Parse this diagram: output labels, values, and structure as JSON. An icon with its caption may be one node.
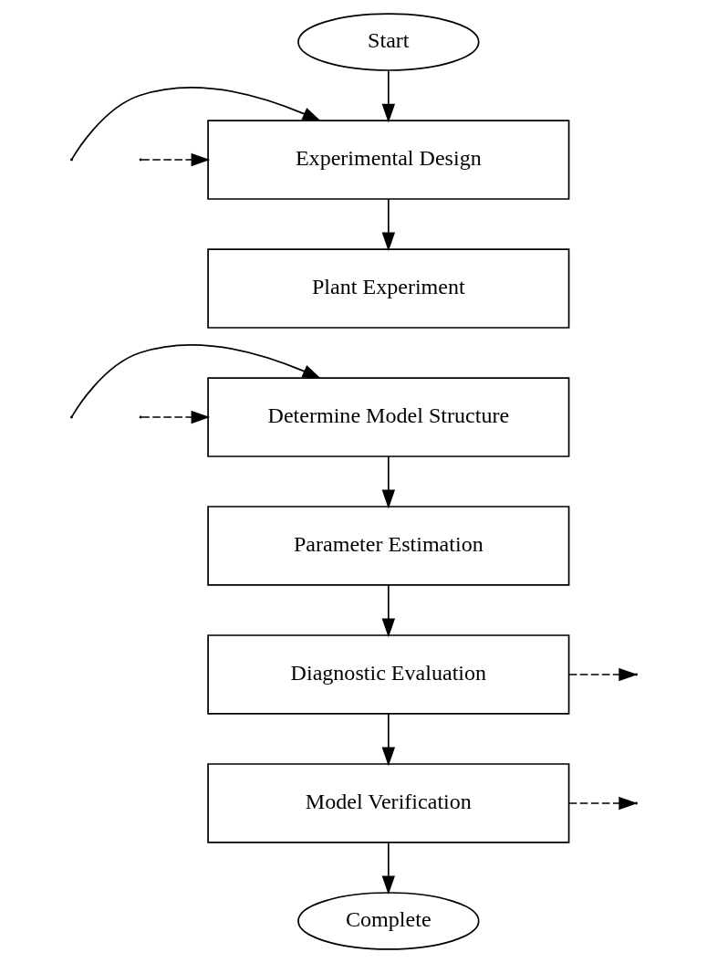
{
  "diagram": {
    "nodes": [
      {
        "text": [
          "Start"
        ]
      },
      {
        "text": [
          "Experimental Design"
        ]
      },
      {
        "text": [
          "Plant Experiment"
        ]
      },
      {
        "text": [
          "Determine Model Structure"
        ]
      },
      {
        "text": [
          "Parameter Estimation"
        ]
      },
      {
        "text": [
          "Diagnostic Evaluation"
        ]
      },
      {
        "text": [
          "Model Verification"
        ]
      },
      {
        "text": [
          "Complete"
        ]
      }
    ],
    "edges": [
      {
        "from": 0,
        "to": 1,
        "arrow": "to"
      },
      {
        "from": 1,
        "to": 2,
        "arrow": "to"
      },
      {
        "from": null,
        "to": 1,
        "arrow": "to"
      },
      {
        "from": null,
        "to": 3,
        "arrow": "to"
      },
      {
        "from": null,
        "to": 1,
        "arrow": "to",
        "style": "dashed"
      },
      {
        "from": null,
        "to": 3,
        "arrow": "to",
        "style": "dashed"
      },
      {
        "from": 3,
        "to": 4,
        "arrow": "to"
      },
      {
        "from": 4,
        "to": 5,
        "arrow": "to"
      },
      {
        "from": 5,
        "to": null,
        "arrow": "to",
        "style": "dashed"
      },
      {
        "from": 5,
        "to": 6,
        "arrow": "to"
      },
      {
        "from": 6,
        "to": null,
        "arrow": "to",
        "style": "dashed"
      },
      {
        "from": 6,
        "to": 7,
        "arrow": "to"
      }
    ]
  }
}
